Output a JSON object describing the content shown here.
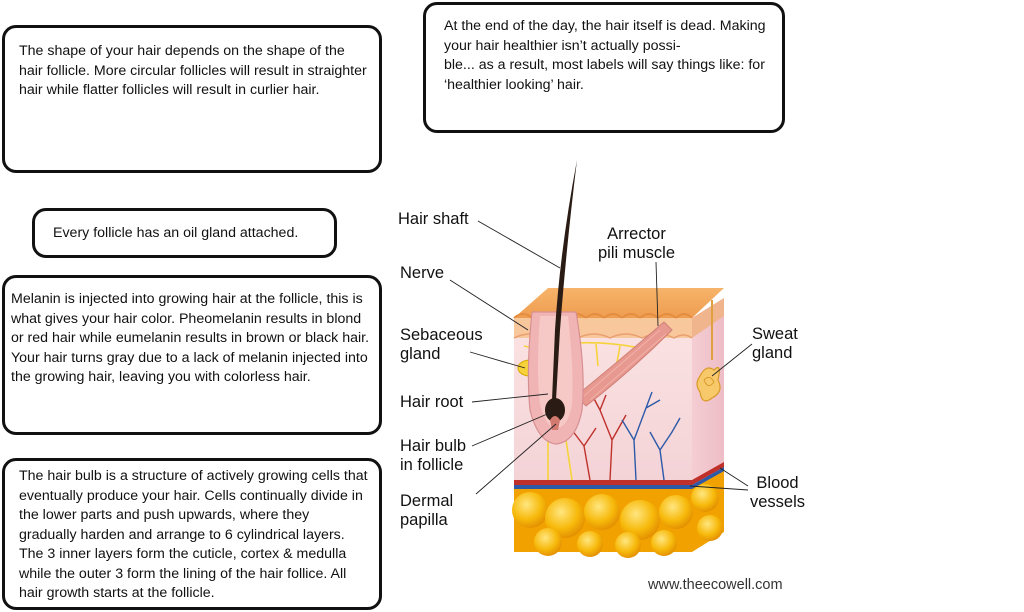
{
  "notes": {
    "follicle_shape": "The shape of your hair depends on the shape of the hair follicle. More circular follicles will result in straighter hair while flatter follicles will result in curlier hair.",
    "dead_hair": "At the end of the day, the hair itself is dead. Making your hair healthier isn’t actually possi-\nble... as a result, most labels will say things like: for ‘healthier looking’ hair.",
    "oil_gland": "Every follicle has an oil gland attached.",
    "melanin": "Melanin is injected into growing hair at the follicle, this is what gives your hair color. Pheomelanin results in blond or red hair while eumelanin results in brown or black hair. Your hair turns gray due to a lack of melanin injected into the growing hair, leaving you with colorless hair.",
    "hair_bulb": "The hair bulb is a structure of actively growing cells that eventually produce your hair. Cells continually divide in the lower parts and push upwards, where they gradually harden and arrange to 6 cylindrical layers. The 3 inner layers form the cuticle, cortex & medulla while the outer 3 form the lining of the hair follice. All hair growth starts at the follicle."
  },
  "labels": {
    "hair_shaft": "Hair shaft",
    "nerve": "Nerve",
    "sebaceous": "Sebaceous\ngland",
    "hair_root": "Hair root",
    "hair_bulb": "Hair bulb\nin follicle",
    "dermal_papilla": "Dermal\npapilla",
    "arrector": "Arrector\npili muscle",
    "sweat": "Sweat\ngland",
    "blood": "Blood\nvessels"
  },
  "credit": "www.theecowell.com",
  "colors": {
    "skin_top": "#f2a85a",
    "dermis": "#f8dede",
    "fat": "#f5b400",
    "hair": "#2a1c14",
    "vein_red": "#c0302a",
    "vein_blue": "#2c5aa8",
    "muscle": "#e8998f"
  }
}
